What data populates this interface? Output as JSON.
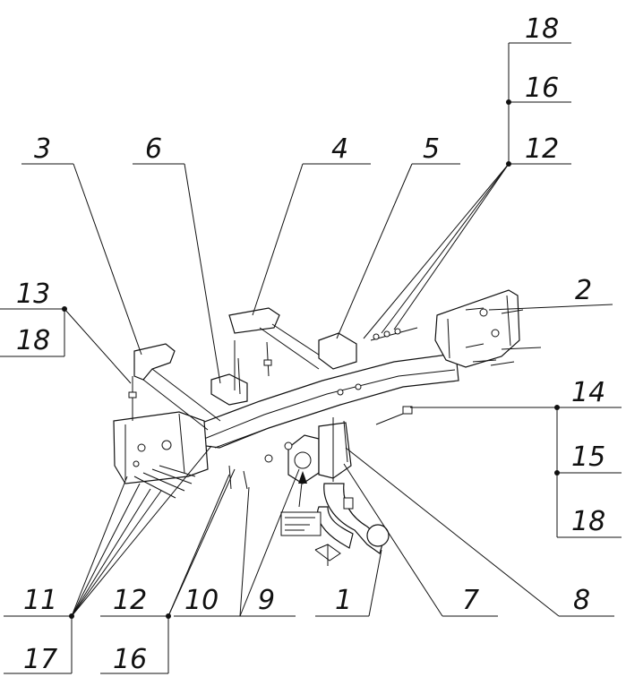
{
  "labels": {
    "l1": "1",
    "l2": "2",
    "l3": "3",
    "l4": "4",
    "l5": "5",
    "l6": "6",
    "l7": "7",
    "l8": "8",
    "l9": "9",
    "l10": "10",
    "l11": "11",
    "l12_top": "12",
    "l12_bottom": "12",
    "l13": "13",
    "l14": "14",
    "l15": "15",
    "l16_top": "16",
    "l16_bottom": "16",
    "l17": "17",
    "l18_top": "18",
    "l18_left": "18",
    "l18_right": "18"
  }
}
